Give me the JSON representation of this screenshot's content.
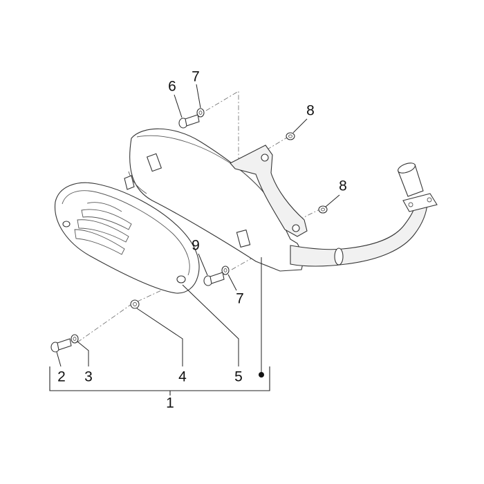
{
  "callouts": {
    "c1": "1",
    "c2": "2",
    "c3": "3",
    "c4": "4",
    "c5": "5",
    "c6": "6",
    "c7_top": "7",
    "c7_mid": "7",
    "c8_top": "8",
    "c8_mid": "8",
    "c9": "9"
  },
  "colors": {
    "line": "#333333",
    "text": "#111111",
    "background": "#ffffff"
  }
}
